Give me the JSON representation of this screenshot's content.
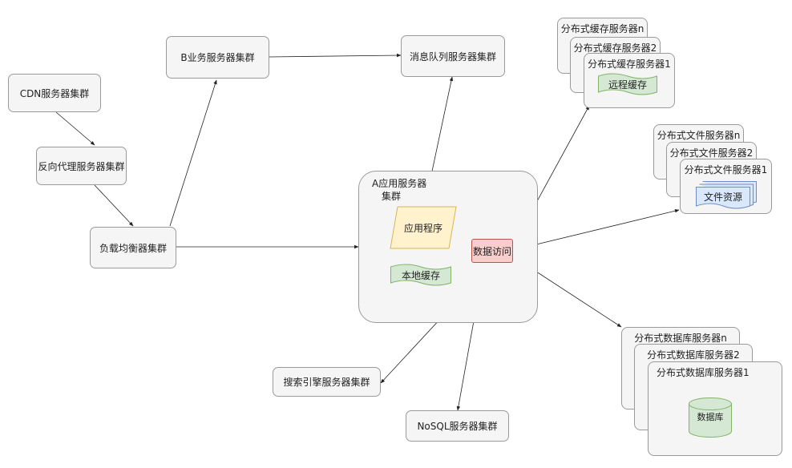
{
  "nodes": {
    "cdn": "CDN服务器集群",
    "reverse_proxy": "反向代理服务器集群",
    "load_balancer": "负载均衡器集群",
    "b_service": "B业务服务器集群",
    "mq": "消息队列服务器集群",
    "search": "搜索引擎服务器集群",
    "nosql": "NoSQL服务器集群",
    "app_cluster": {
      "title_line1": "A应用服务器",
      "title_line2": "集群",
      "app": "应用程序",
      "local_cache": "本地缓存",
      "data_access": "数据访问"
    },
    "dist_cache": {
      "back": "分布式缓存服务器n",
      "mid": "分布式缓存服务器2",
      "front": "分布式缓存服务器1",
      "inner": "远程缓存"
    },
    "dist_file": {
      "back": "分布式文件服务器n",
      "mid": "分布式文件服务器2",
      "front": "分布式文件服务器1",
      "inner": "文件资源"
    },
    "dist_db": {
      "back": "分布式数据库服务器n",
      "mid": "分布式数据库服务器2",
      "front": "分布式数据库服务器1",
      "inner": "数据库"
    }
  },
  "colors": {
    "box_fill": "#f5f5f5",
    "stroke": "#9a9a9a",
    "app_fill": "#fff2cc",
    "app_stroke": "#d6b656",
    "cache_fill": "#d5e8d4",
    "cache_stroke": "#82b366",
    "access_fill": "#f8cecc",
    "access_stroke": "#b85450",
    "file_fill": "#dae8fc",
    "file_stroke": "#6c8ebf"
  }
}
